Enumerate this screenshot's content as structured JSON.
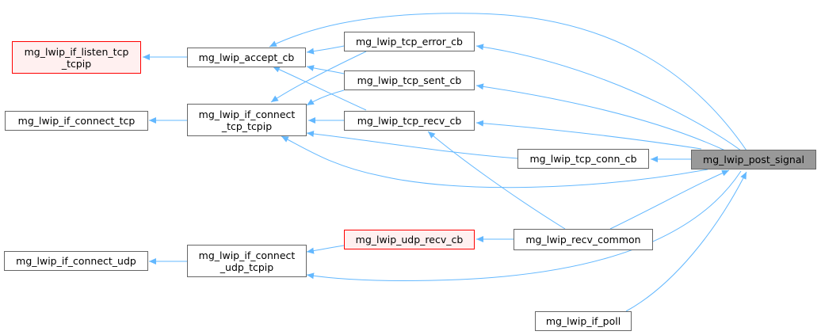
{
  "nodes": {
    "listen": {
      "lines": [
        "mg_lwip_if_listen_tcp",
        "_tcpip"
      ]
    },
    "accept": {
      "lines": [
        "mg_lwip_accept_cb"
      ]
    },
    "connect_tcp": {
      "lines": [
        "mg_lwip_if_connect_tcp"
      ]
    },
    "connect_tcp_tcpip": {
      "lines": [
        "mg_lwip_if_connect",
        "_tcp_tcpip"
      ]
    },
    "error_cb": {
      "lines": [
        "mg_lwip_tcp_error_cb"
      ]
    },
    "sent_cb": {
      "lines": [
        "mg_lwip_tcp_sent_cb"
      ]
    },
    "recv_cb": {
      "lines": [
        "mg_lwip_tcp_recv_cb"
      ]
    },
    "conn_cb": {
      "lines": [
        "mg_lwip_tcp_conn_cb"
      ]
    },
    "post_signal": {
      "lines": [
        "mg_lwip_post_signal"
      ]
    },
    "udp_recv_cb": {
      "lines": [
        "mg_lwip_udp_recv_cb"
      ]
    },
    "recv_common": {
      "lines": [
        "mg_lwip_recv_common"
      ]
    },
    "connect_udp": {
      "lines": [
        "mg_lwip_if_connect_udp"
      ]
    },
    "connect_udp_tcpip": {
      "lines": [
        "mg_lwip_if_connect",
        "_udp_tcpip"
      ]
    },
    "poll": {
      "lines": [
        "mg_lwip_if_poll"
      ]
    }
  },
  "colors": {
    "edge": "#63b8ff",
    "border": "#666666",
    "highlight_border": "#ff0000",
    "highlight_fill": "#fff0f0",
    "focus_fill": "#999999"
  }
}
